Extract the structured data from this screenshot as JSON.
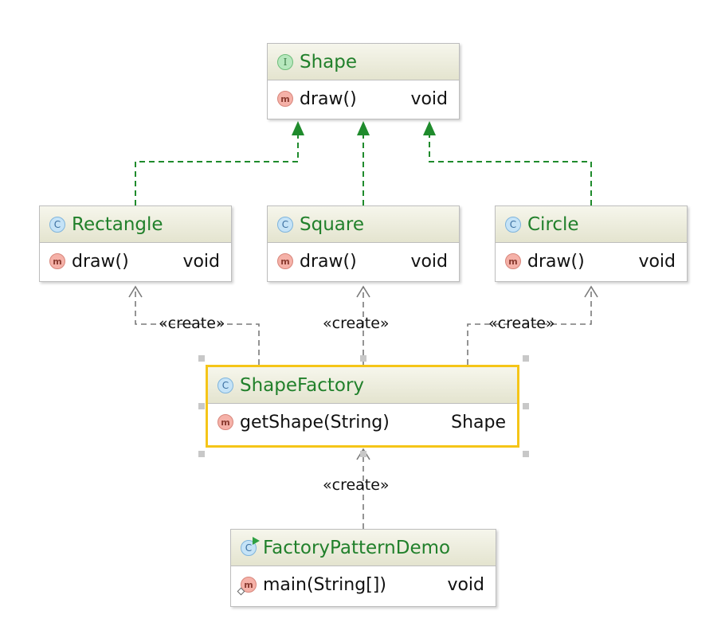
{
  "stereotype": "«create»",
  "classes": {
    "shape": {
      "kind": "interface",
      "badge": "I",
      "name": "Shape",
      "method_badge": "m",
      "method": "draw()",
      "return": "void"
    },
    "rectangle": {
      "kind": "class",
      "badge": "C",
      "name": "Rectangle",
      "method_badge": "m",
      "method": "draw()",
      "return": "void"
    },
    "square": {
      "kind": "class",
      "badge": "C",
      "name": "Square",
      "method_badge": "m",
      "method": "draw()",
      "return": "void"
    },
    "circle": {
      "kind": "class",
      "badge": "C",
      "name": "Circle",
      "method_badge": "m",
      "method": "draw()",
      "return": "void"
    },
    "shape_factory": {
      "kind": "class",
      "badge": "C",
      "name": "ShapeFactory",
      "method_badge": "m",
      "method": "getShape(String)",
      "return": "Shape"
    },
    "factory_pattern_demo": {
      "kind": "runnable-class",
      "badge": "C",
      "name": "FactoryPatternDemo",
      "method_badge": "m",
      "method": "main(String[])",
      "return": "void"
    }
  },
  "colors": {
    "implements_line": "#1f8b2c",
    "dependency_line": "#7a7a7a",
    "class_name": "#21802b",
    "selection_border": "#f5c518"
  }
}
